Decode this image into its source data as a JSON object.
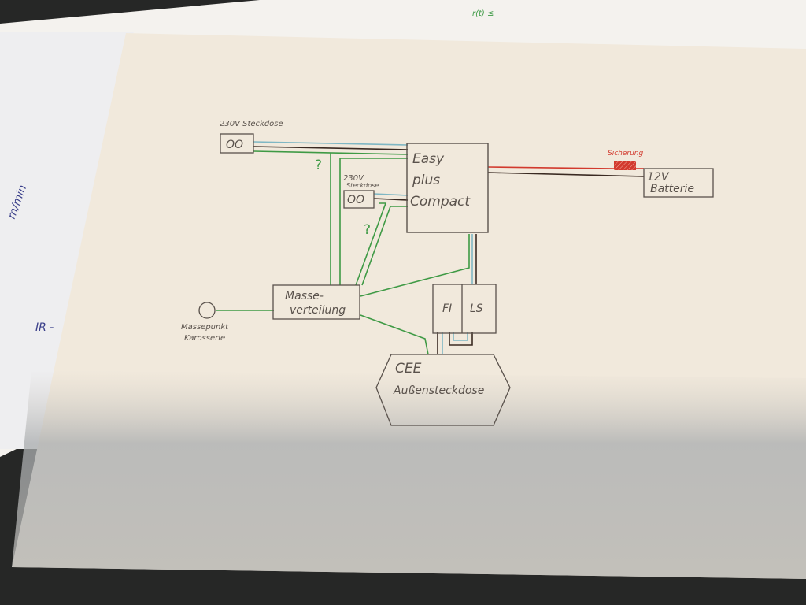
{
  "diagram": {
    "socket1": {
      "label": "230V Steckdose",
      "symbol": "OO"
    },
    "socket2": {
      "label_line1": "230V",
      "label_line2": "Steckdose",
      "symbol": "OO"
    },
    "question_marks": [
      "?",
      "?"
    ],
    "inverter": {
      "line1": "Easy",
      "line2": "plus",
      "line3": "Compact"
    },
    "fuse": {
      "label": "Sicherung"
    },
    "battery": {
      "line1": "12V",
      "line2": "Batterie"
    },
    "ground_distribution": {
      "line1": "Masse-",
      "line2": "verteilung"
    },
    "ground_point": {
      "line1": "Massepunkt",
      "line2": "Karosserie"
    },
    "rcd": {
      "label": "FI"
    },
    "breaker": {
      "label": "LS"
    },
    "cee_socket": {
      "line1": "CEE",
      "line2": "Außensteckdose"
    },
    "background_notes": [
      "m/min",
      "IR -",
      "r(t) ≤"
    ]
  },
  "colors": {
    "pencil": "#5a524c",
    "live_brown": "#3a2a22",
    "neutral_blue": "#7fb7c4",
    "earth_green": "#3f9a45",
    "dc_red": "#d23a2e",
    "paper": "#f1e9dc"
  }
}
